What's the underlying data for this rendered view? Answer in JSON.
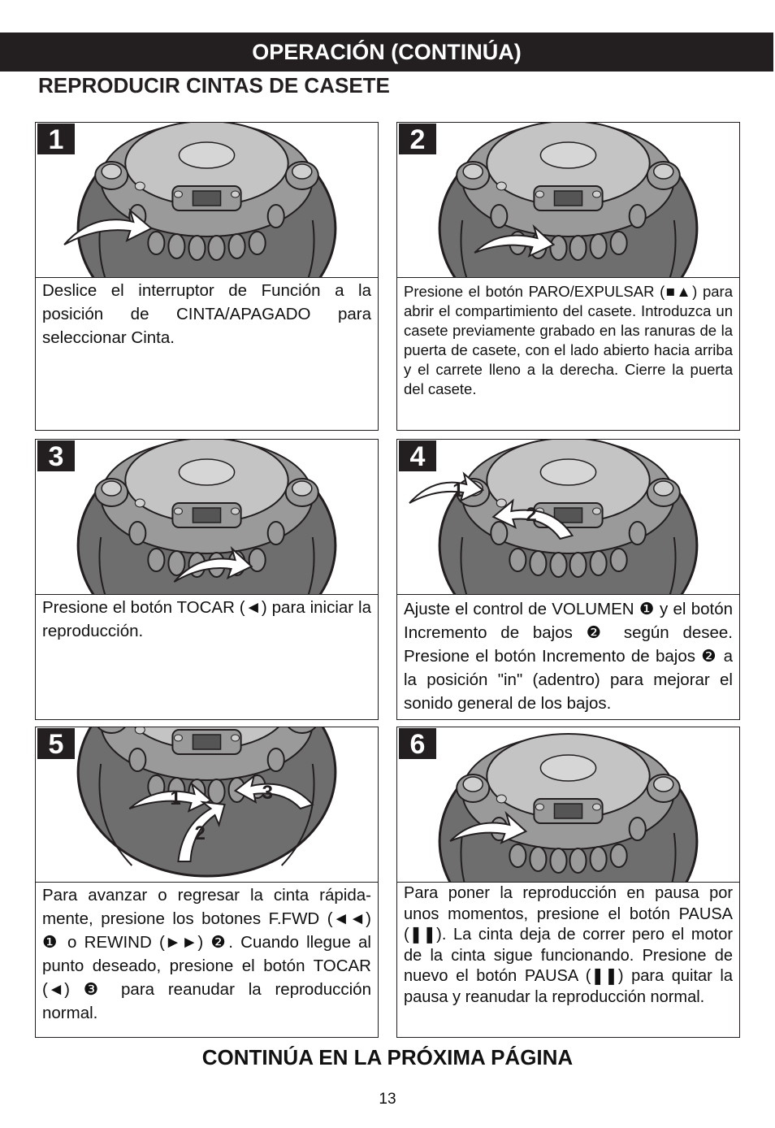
{
  "header": {
    "title": "OPERACIÓN (CONTINÚA)"
  },
  "section": {
    "title": "REPRODUCIR CINTAS DE CASETE"
  },
  "steps": [
    {
      "number": "1",
      "text": "Deslice el interruptor de Función a la posición de CINTA/APAGADO para seleccionar Cinta."
    },
    {
      "number": "2",
      "text": "Presione el botón PARO/EXPULSAR (■▲) para abrir el compartimiento del casete. Introduzca un casete previamente grabado en las ranuras de la puerta de casete, con el lado abierto hacia arriba y el carrete lleno a la derecha. Cierre la puerta del casete."
    },
    {
      "number": "3",
      "text": "Presione el botón TOCAR (◄) para iniciar la reproducción."
    },
    {
      "number": "4",
      "text": "Ajuste el control de VOLUMEN ❶ y el botón Incremento de bajos ❷  según desee. Presione el botón Incremento de bajos ❷ a la posición \"in\" (adentro) para mejorar el sonido general de los bajos.",
      "callouts": [
        "1",
        "2"
      ]
    },
    {
      "number": "5",
      "text": "Para avanzar o regresar la cinta rápida-mente, presione los botones F.FWD (◄◄) ❶ o REWIND (►►) ❷. Cuando llegue al punto deseado, presione el botón TOCAR (◄) ❸ para reanudar la reproducción normal.",
      "callouts": [
        "1",
        "2",
        "3"
      ]
    },
    {
      "number": "6",
      "text": "Para poner la reproducción en pausa por unos momentos, presione el botón PAUSA (❚❚). La cinta deja de correr pero el motor de la cinta sigue funcionando. Presione de nuevo el botón PAUSA (❚❚) para quitar la pausa y reanudar la reproducción normal."
    }
  ],
  "footer": {
    "note": "CONTINÚA EN LA PRÓXIMA PÁGINA",
    "page_number": "13"
  },
  "colors": {
    "dark": "#231f20",
    "body_gray": "#7a7a7a",
    "top_gray": "#b5b5b5",
    "light_gray": "#d9d9d9"
  }
}
